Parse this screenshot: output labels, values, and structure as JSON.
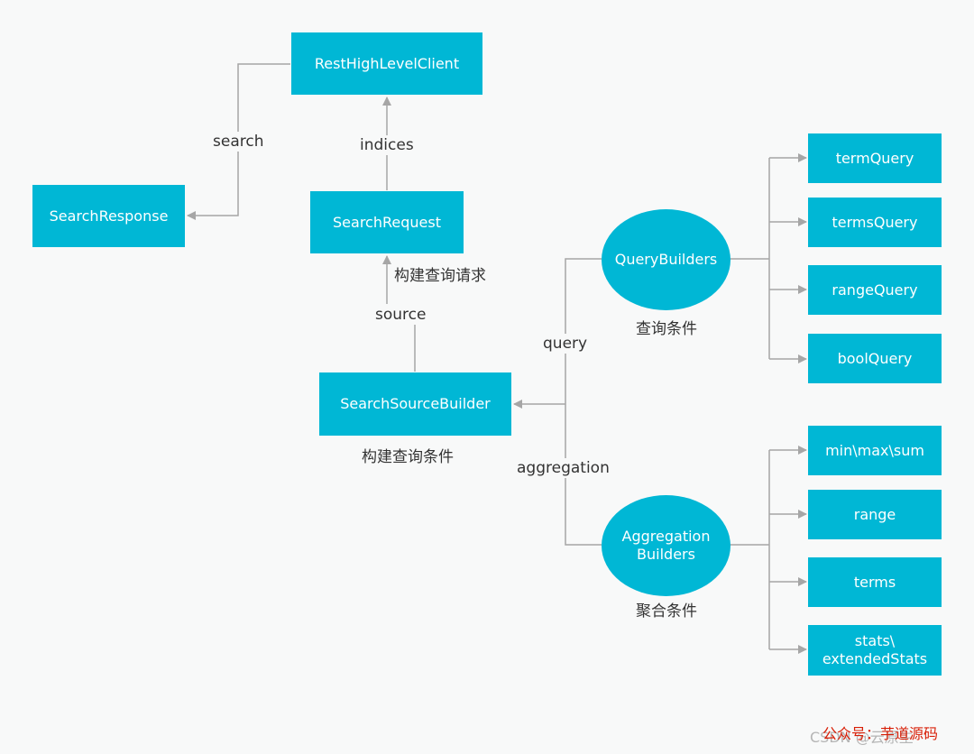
{
  "nodes": {
    "rest_high_level_client": "RestHighLevelClient",
    "search_response": "SearchResponse",
    "search_request": "SearchRequest",
    "search_source_builder": "SearchSourceBuilder",
    "query_builders": "QueryBuilders",
    "aggregation_builders": "Aggregation\nBuilders",
    "term_query": "termQuery",
    "terms_query": "termsQuery",
    "range_query": "rangeQuery",
    "bool_query": "boolQuery",
    "min_max_sum": "min\\max\\sum",
    "range": "range",
    "terms": "terms",
    "stats": "stats\\\nextendedStats"
  },
  "edges": {
    "search": "search",
    "indices": "indices",
    "build_request": "构建查询请求",
    "source": "source",
    "query": "query",
    "aggregation": "aggregation"
  },
  "captions": {
    "search_source_builder": "构建查询条件",
    "query_builders": "查询条件",
    "aggregation_builders": "聚合条件"
  },
  "watermark": {
    "back": "CSDN @云原生",
    "front": "公众号：芋道源码"
  },
  "colors": {
    "node_fill": "#00b7d5",
    "node_text": "#ffffff",
    "connector": "#a6a6a6",
    "background": "#f8f9f9",
    "watermark_red": "#d81e06"
  }
}
